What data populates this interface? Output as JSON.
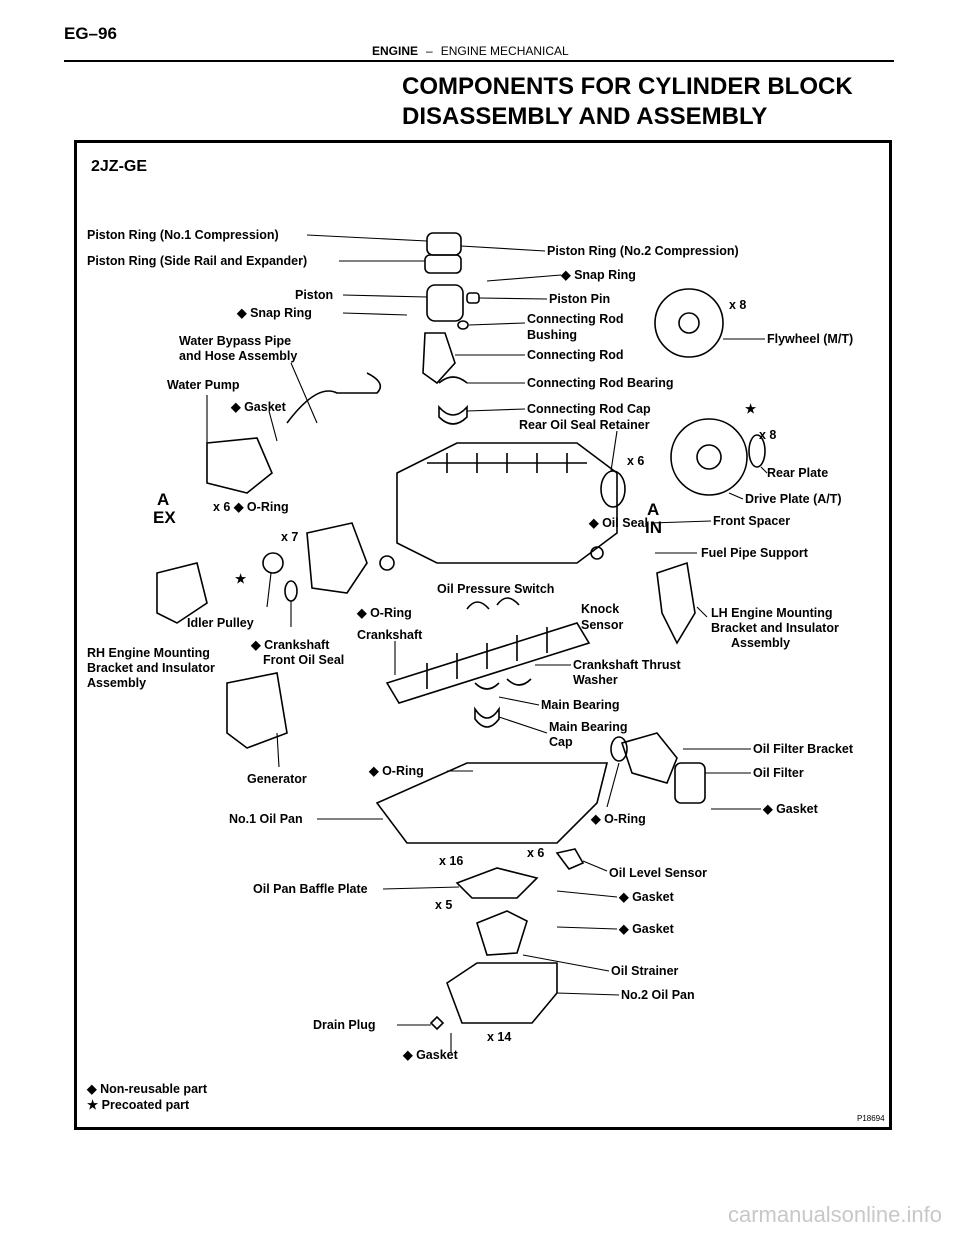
{
  "header": {
    "page_number": "EG–96",
    "section": "ENGINE",
    "separator": "–",
    "subsection": "ENGINE MECHANICAL"
  },
  "title": {
    "line1": "COMPONENTS FOR CYLINDER BLOCK",
    "line2": "DISASSEMBLY AND ASSEMBLY"
  },
  "diagram": {
    "model": "2JZ-GE",
    "labels": {
      "piston_ring_no1": "Piston Ring (No.1 Compression)",
      "piston_ring_side": "Piston Ring (Side Rail and Expander)",
      "piston_ring_no2": "Piston Ring (No.2 Compression)",
      "snap_ring_top": "◆ Snap Ring",
      "piston": "Piston",
      "snap_ring_left": "◆ Snap Ring",
      "piston_pin": "Piston Pin",
      "conn_rod_bushing_1": "Connecting Rod",
      "conn_rod_bushing_2": "Bushing",
      "conn_rod": "Connecting Rod",
      "water_bypass_1": "Water Bypass Pipe",
      "water_bypass_2": "and Hose Assembly",
      "water_pump": "Water Pump",
      "gasket_wp": "◆ Gasket",
      "conn_rod_bearing": "Connecting Rod Bearing",
      "conn_rod_cap": "Connecting Rod Cap",
      "rear_oil_seal_retainer": "Rear Oil Seal Retainer",
      "flywheel": "Flywheel (M/T)",
      "x8_flywheel": "x 8",
      "star_top": "★",
      "x8_drive": "x 8",
      "rear_plate": "Rear Plate",
      "drive_plate": "Drive Plate (A/T)",
      "front_spacer": "Front Spacer",
      "x6_retainer": "x 6",
      "oil_seal": "◆ Oil Seal",
      "a_in_1": "A",
      "a_in_2": "IN",
      "a_ex_1": "A",
      "a_ex_2": "EX",
      "x6_oring": "x 6 ◆ O-Ring",
      "x7": "x 7",
      "fuel_pipe_support": "Fuel Pipe Support",
      "oil_pressure_switch": "Oil Pressure Switch",
      "knock_1": "Knock",
      "knock_2": "Sensor",
      "lh_mount_1": "LH Engine Mounting",
      "lh_mount_2": "Bracket and Insulator",
      "lh_mount_3": "Assembly",
      "star_idler": "★",
      "idler_pulley": "Idler Pulley",
      "oring_block": "◆ O-Ring",
      "crankshaft": "Crankshaft",
      "rh_mount_1": "RH Engine Mounting",
      "rh_mount_2": "Bracket and Insulator",
      "rh_mount_3": "Assembly",
      "crank_front_seal_1": "◆ Crankshaft",
      "crank_front_seal_2": "Front Oil Seal",
      "crank_thrust_1": "Crankshaft Thrust",
      "crank_thrust_2": "Washer",
      "main_bearing": "Main Bearing",
      "main_bearing_cap_1": "Main Bearing",
      "main_bearing_cap_2": "Cap",
      "oil_filter_bracket": "Oil Filter Bracket",
      "oil_filter": "Oil Filter",
      "gasket_filter": "◆ Gasket",
      "generator": "Generator",
      "oring_pan": "◆ O-Ring",
      "no1_oil_pan": "No.1 Oil Pan",
      "oring_bracket": "◆ O-Ring",
      "x16": "x 16",
      "x6_pan": "x 6",
      "oil_level_sensor": "Oil Level Sensor",
      "baffle_plate": "Oil Pan Baffle Plate",
      "x5": "x 5",
      "gasket_sensor": "◆ Gasket",
      "gasket_strainer": "◆ Gasket",
      "oil_strainer": "Oil Strainer",
      "no2_oil_pan": "No.2 Oil Pan",
      "drain_plug": "Drain Plug",
      "x14": "x 14",
      "gasket_drain": "◆ Gasket"
    },
    "legend": {
      "non_reusable": "◆ Non-reusable part",
      "precoated": "★ Precoated part"
    },
    "figure_code": "P18694"
  },
  "watermark": "carmanualsonline.info"
}
